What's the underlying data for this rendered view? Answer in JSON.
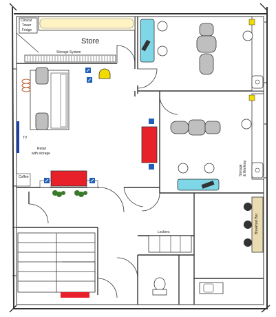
{
  "labels": {
    "fridge": [
      "Clinical",
      "Tower",
      "Fridge"
    ],
    "store": "Store",
    "storage_system": "Storage System",
    "tv": "TV",
    "retail": [
      "Retail",
      "with storage"
    ],
    "coffee": "Coffee",
    "storage_worktop": [
      "Storage",
      "& Worktop"
    ],
    "lockers": "Lockers",
    "breakfast_bar": "Breakfast Bar"
  },
  "colors": {
    "wall": "#333333",
    "reception_desk": "#e8202a",
    "treatment_counter": "#7fd6e6",
    "tv_panel": "#1f3fa8",
    "sign": "#f2dc00",
    "icon_blue": "#1e5fb8",
    "chair_grey": "#bfbfbf",
    "breakfast_bar": "#e8dcb0",
    "plant": "#3a7a2a"
  },
  "icons": [
    "sink-icon",
    "basin-icon",
    "wc-icon",
    "chair-icon",
    "treatment-chair-icon",
    "stool-icon",
    "plant-icon",
    "door-icon"
  ]
}
